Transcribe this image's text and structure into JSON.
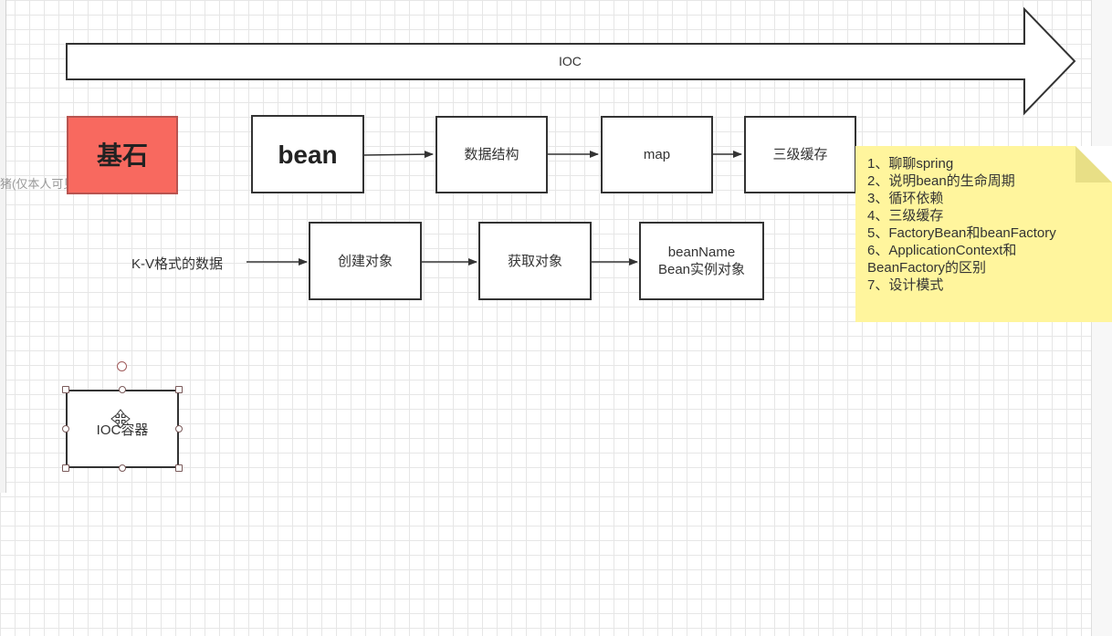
{
  "canvas": {
    "cut_label": "猪(仅本人可见)"
  },
  "ioc_arrow": {
    "label": "IOC"
  },
  "row1": {
    "foundation": "基石",
    "bean": "bean",
    "data_structure": "数据结构",
    "map": "map",
    "three_level_cache": "三级缓存"
  },
  "row2": {
    "kv_label": "K-V格式的数据",
    "create_object": "创建对象",
    "get_object": "获取对象",
    "bean_name": "beanName",
    "bean_instance": "Bean实例对象"
  },
  "ioc_container": {
    "label": "IOC容器"
  },
  "note": {
    "lines": [
      "1、聊聊spring",
      "2、说明bean的生命周期",
      "3、循环依赖",
      "4、三级缓存",
      "5、FactoryBean和beanFactory",
      "6、ApplicationContext和",
      "BeanFactory的区别",
      "7、设计模式"
    ]
  },
  "colors": {
    "foundation_fill": "#f8695f",
    "foundation_border": "#b85450",
    "note_fill": "#fff59d",
    "stroke": "#333333"
  }
}
